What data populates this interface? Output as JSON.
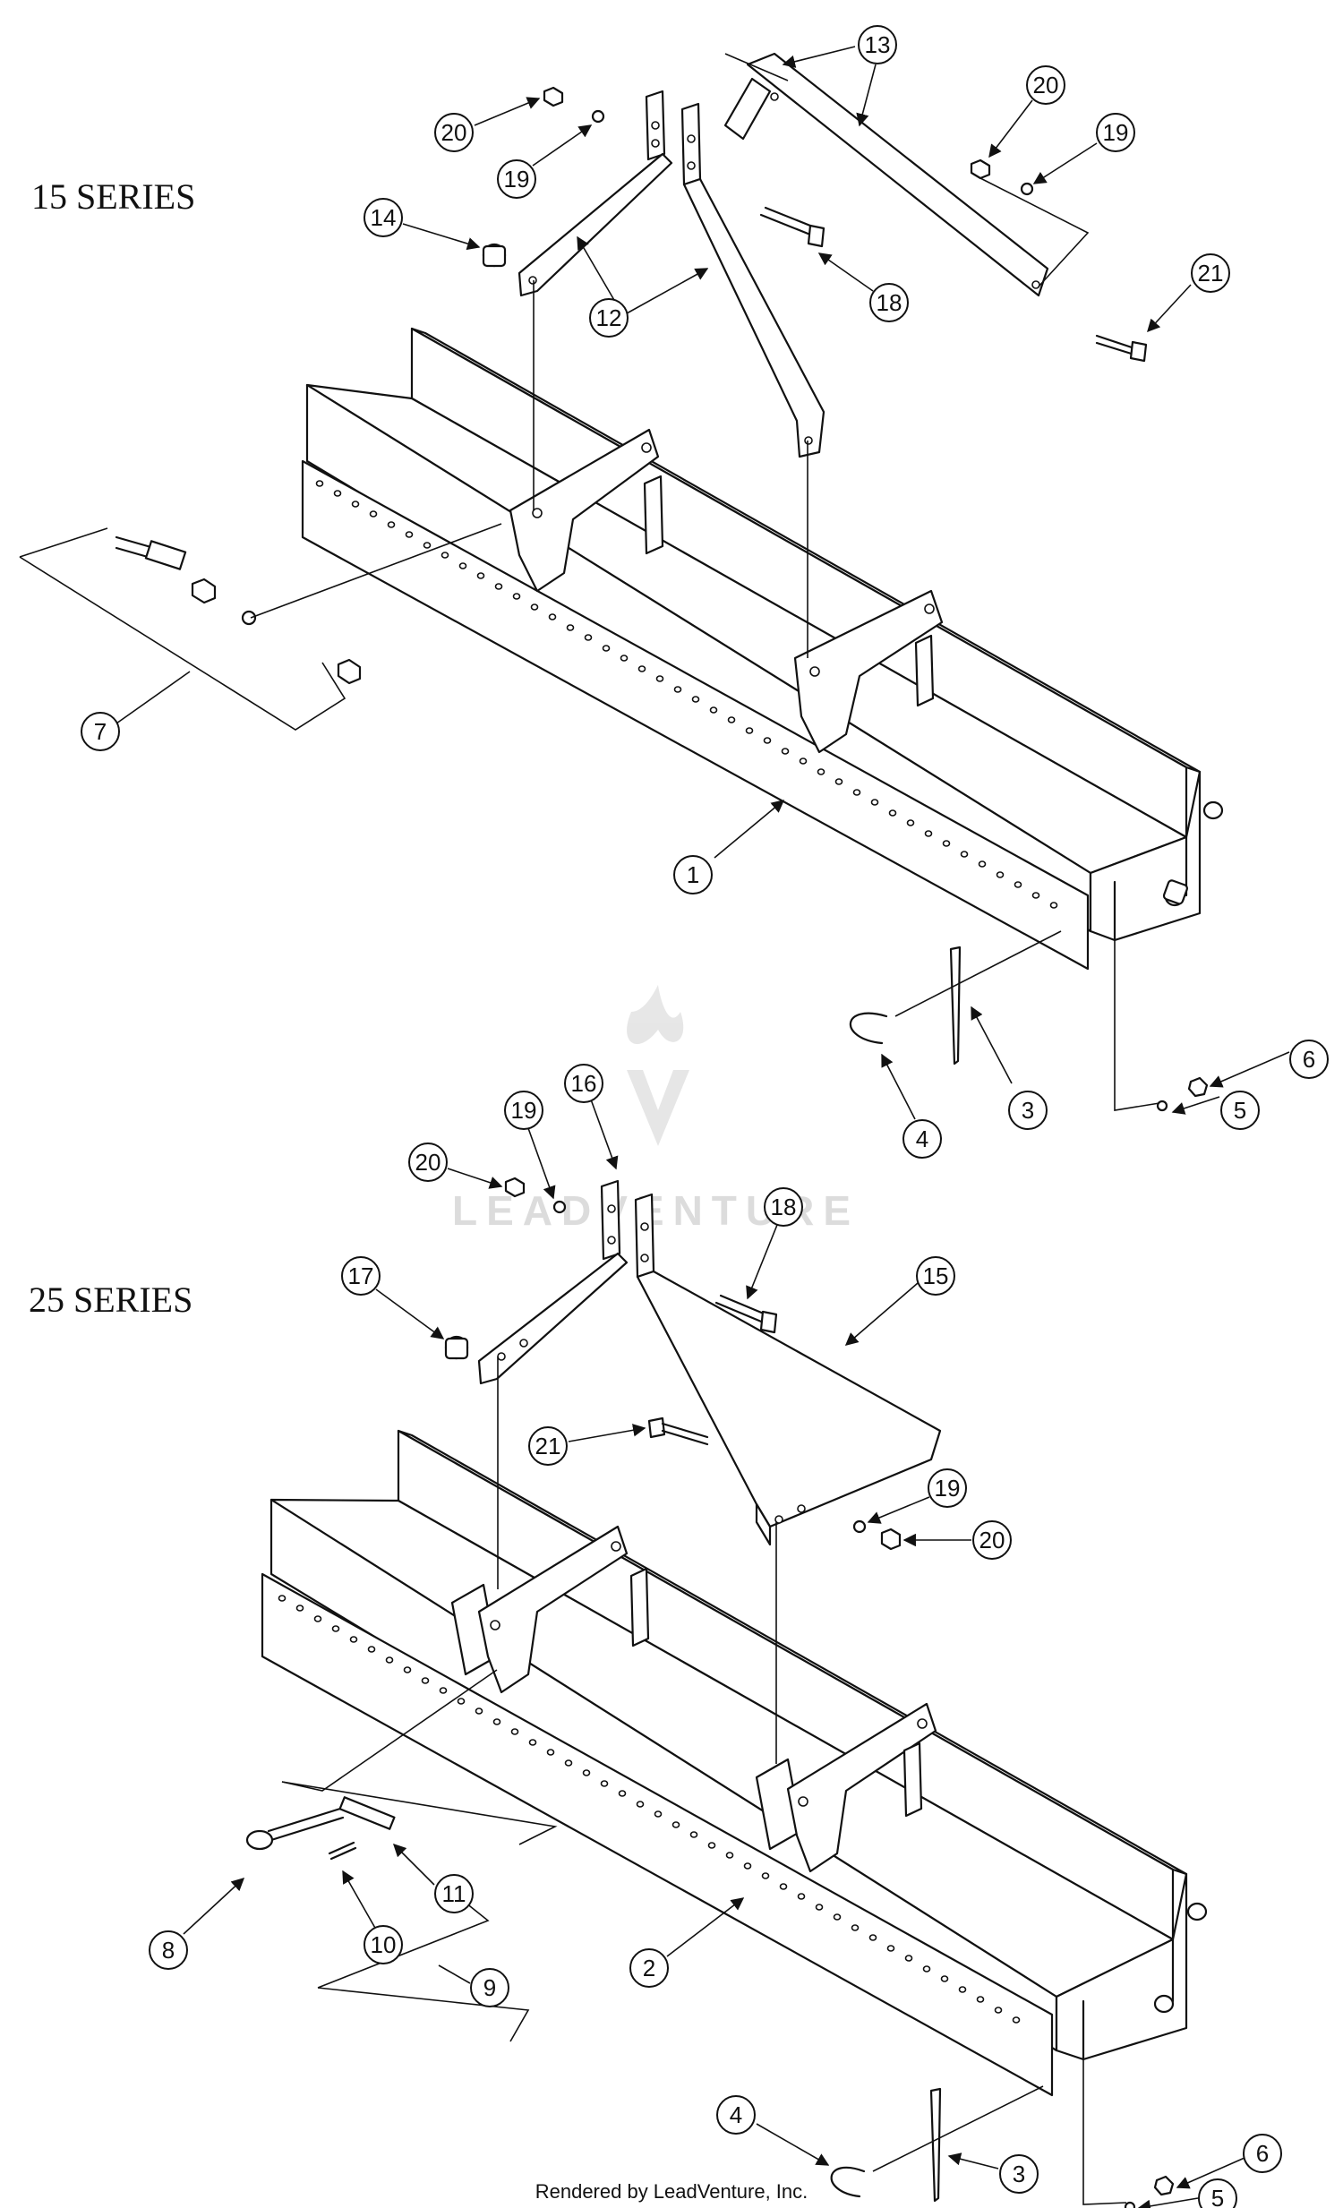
{
  "titles": {
    "series_15": "15 SERIES",
    "series_25": "25 SERIES"
  },
  "watermark": "LEADVENTURE",
  "footer": "Rendered by LeadVenture, Inc.",
  "callouts": {
    "top": [
      "1",
      "3",
      "4",
      "5",
      "6",
      "7",
      "12",
      "12",
      "13",
      "13",
      "14",
      "18",
      "19",
      "19",
      "20",
      "20",
      "21"
    ],
    "bottom": [
      "2",
      "3",
      "4",
      "5",
      "6",
      "8",
      "9",
      "10",
      "11",
      "15",
      "16",
      "17",
      "18",
      "19",
      "19",
      "20",
      "20",
      "21"
    ]
  }
}
